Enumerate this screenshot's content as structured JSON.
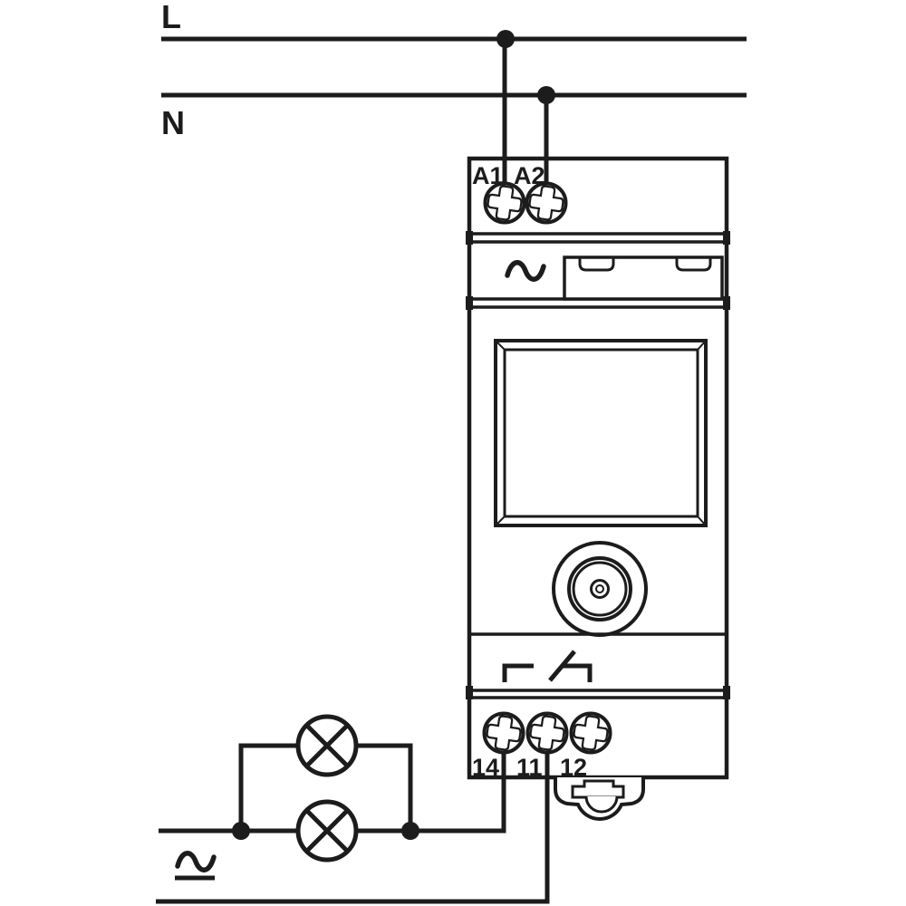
{
  "diagram_labels": {
    "line": "L",
    "neutral": "N",
    "coil_terminal_1": "A1",
    "coil_terminal_2": "A2",
    "contact_no": "14",
    "contact_common": "11",
    "contact_nc": "12"
  },
  "symbols": {
    "ac_waveform": "~",
    "lamp": "⊗"
  },
  "colors": {
    "ink": "#1c1c1c",
    "background": "#ffffff"
  }
}
